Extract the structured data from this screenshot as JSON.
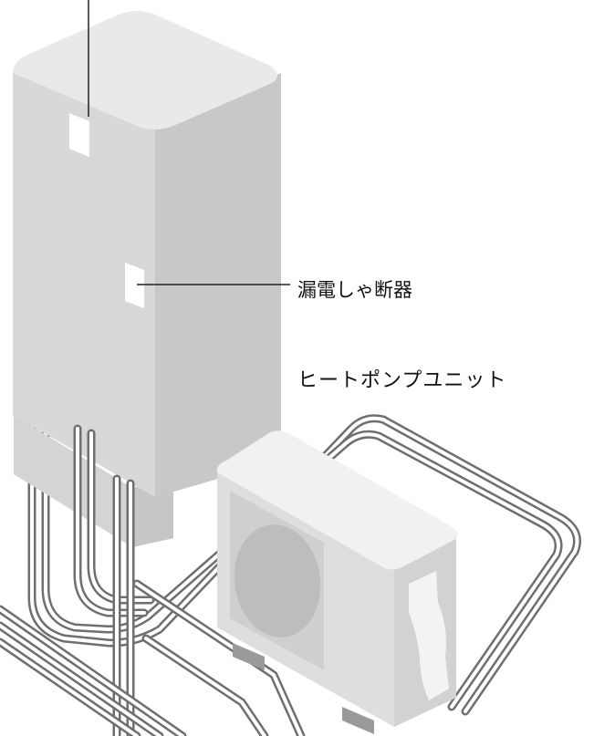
{
  "labels": {
    "breaker": "漏電しゃ断器",
    "heat_pump": "ヒートポンプユニット"
  },
  "colors": {
    "tank_top": "#e8e8e8",
    "tank_front": "#d9d9d9",
    "tank_side": "#c9c9c9",
    "unit_top": "#f0f0f0",
    "unit_front": "#dedede",
    "unit_side": "#d0d0d0",
    "pipe": "#777777",
    "leader_line": "#222222"
  },
  "icons": [
    "storage-tank-unit",
    "heat-pump-unit",
    "fan-grille",
    "piping"
  ]
}
